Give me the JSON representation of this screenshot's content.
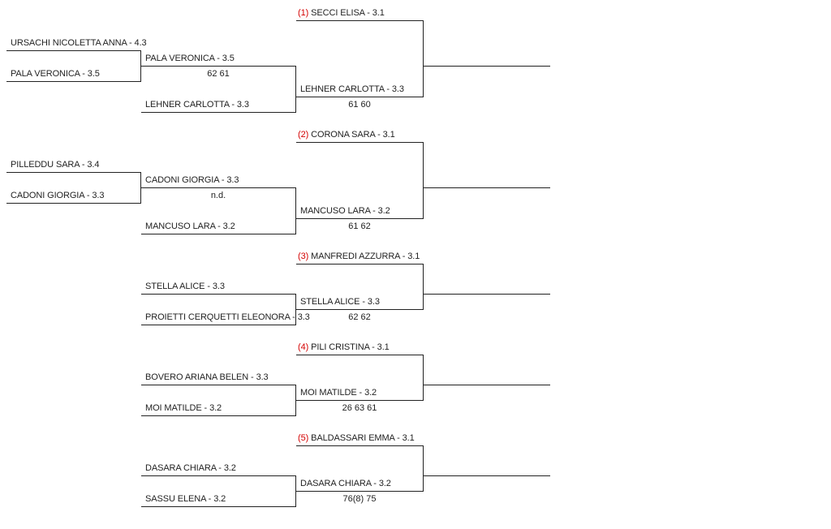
{
  "blocks": [
    {
      "seed_entry": {
        "seed": "(1)",
        "name": "SECCI ELISA - 3.1"
      },
      "r1": {
        "top": "URSACHI NICOLETTA ANNA - 4.3",
        "bottom": "PALA VERONICA - 3.5"
      },
      "r2": {
        "top": "PALA VERONICA - 3.5",
        "score": "62 61",
        "bottom": "LEHNER CARLOTTA - 3.3"
      },
      "r3": {
        "winner": "LEHNER CARLOTTA - 3.3",
        "score": "61 60"
      }
    },
    {
      "seed_entry": {
        "seed": "(2)",
        "name": "CORONA SARA - 3.1"
      },
      "r1": {
        "top": "PILLEDDU SARA - 3.4",
        "bottom": "CADONI GIORGIA - 3.3"
      },
      "r2": {
        "top": "CADONI GIORGIA - 3.3",
        "score": "n.d.",
        "bottom": "MANCUSO LARA - 3.2"
      },
      "r3": {
        "winner": "MANCUSO LARA - 3.2",
        "score": "61 62"
      }
    },
    {
      "seed_entry": {
        "seed": "(3)",
        "name": "MANFREDI AZZURRA - 3.1"
      },
      "r2": {
        "top": "STELLA ALICE - 3.3",
        "bottom": "PROIETTI CERQUETTI ELEONORA - 3.3"
      },
      "r3": {
        "winner": "STELLA ALICE - 3.3",
        "score": "62 62"
      }
    },
    {
      "seed_entry": {
        "seed": "(4)",
        "name": "PILI CRISTINA - 3.1"
      },
      "r2": {
        "top": "BOVERO ARIANA BELEN - 3.3",
        "bottom": "MOI MATILDE - 3.2"
      },
      "r3": {
        "winner": "MOI MATILDE - 3.2",
        "score": "26 63 61"
      }
    },
    {
      "seed_entry": {
        "seed": "(5)",
        "name": "BALDASSARI EMMA - 3.1"
      },
      "r2": {
        "top": "DASARA CHIARA - 3.2",
        "bottom": "SASSU ELENA - 3.2"
      },
      "r3": {
        "winner": "DASARA CHIARA - 3.2",
        "score": "76(8) 75"
      }
    }
  ],
  "colors": {
    "line": "#222222",
    "text": "#222222",
    "seed": "#d40000"
  }
}
